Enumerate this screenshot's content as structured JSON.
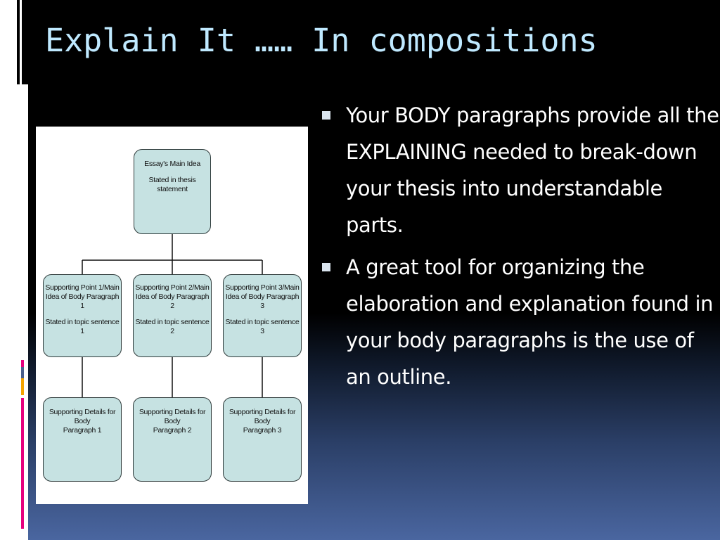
{
  "slide": {
    "title": "Explain It …… In compositions",
    "colors": {
      "title": "#bfe9ff",
      "body_text": "#ffffff",
      "node_fill": "#c6e2e2",
      "accent_pink": "#e6007e",
      "accent_orange": "#f5a400",
      "accent_blue": "#4a66a0"
    }
  },
  "diagram": {
    "root": {
      "line1": "Essay's Main Idea",
      "line2": "Stated in thesis statement"
    },
    "points": [
      {
        "line1": "Supporting Point 1/Main",
        "line2": "Idea of Body Paragraph 1",
        "line3": "Stated in topic sentence 1"
      },
      {
        "line1": "Supporting Point 2/Main",
        "line2": "Idea of Body Paragraph 2",
        "line3": "Stated in topic sentence 2"
      },
      {
        "line1": "Supporting Point 3/Main",
        "line2": "Idea of Body Paragraph 3",
        "line3": "Stated in topic sentence 3"
      }
    ],
    "details": [
      {
        "line1": "Supporting Details for Body",
        "line2": "Paragraph 1"
      },
      {
        "line1": "Supporting Details for Body",
        "line2": "Paragraph 2"
      },
      {
        "line1": "Supporting Details for Body",
        "line2": "Paragraph 3"
      }
    ]
  },
  "bullets": [
    "Your BODY paragraphs provide all the EXPLAINING needed to break-down your thesis into understandable parts.",
    "A great tool for organizing the elaboration and explanation found in your body paragraphs is the use of an outline."
  ]
}
